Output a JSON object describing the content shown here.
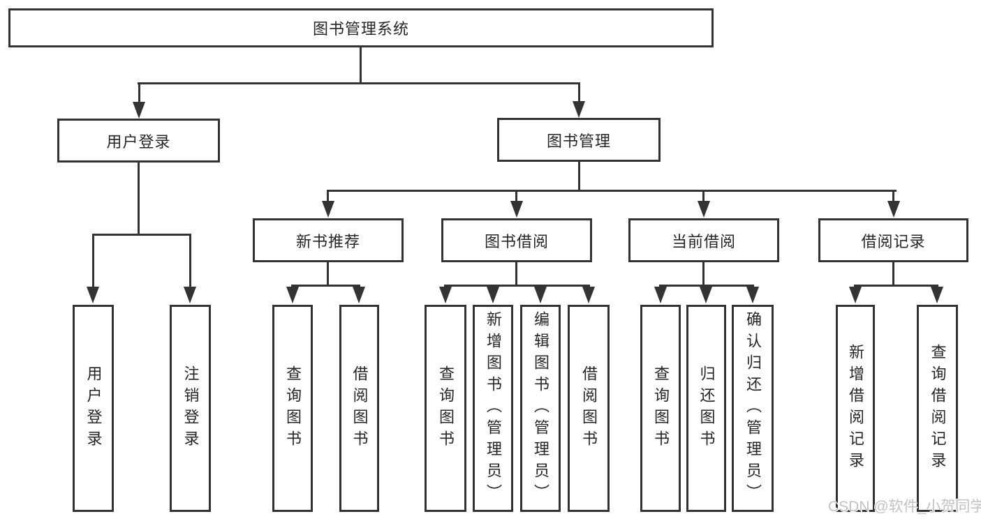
{
  "diagram": {
    "root": {
      "label": "图书管理系统"
    },
    "branches": [
      {
        "label": "用户登录",
        "children": [
          {
            "label": "用户登录"
          },
          {
            "label": "注销登录"
          }
        ]
      },
      {
        "label": "图书管理",
        "children": [
          {
            "label": "新书推荐",
            "children": [
              {
                "label": "查询图书"
              },
              {
                "label": "借阅图书"
              }
            ]
          },
          {
            "label": "图书借阅",
            "children": [
              {
                "label": "查询图书"
              },
              {
                "label": "新增图书（管理员）"
              },
              {
                "label": "编辑图书（管理员）"
              },
              {
                "label": "借阅图书"
              }
            ]
          },
          {
            "label": "当前借阅",
            "children": [
              {
                "label": "查询图书"
              },
              {
                "label": "归还图书"
              },
              {
                "label": "确认归还（管理员）"
              }
            ]
          },
          {
            "label": "借阅记录",
            "children": [
              {
                "label": "新增借阅记录"
              },
              {
                "label": "查询借阅记录"
              }
            ]
          }
        ]
      }
    ]
  },
  "watermark": {
    "text": "CSDN @软件_小贺同学"
  },
  "colors": {
    "line": "#333333",
    "text": "#252525",
    "watermark": "#c2c2c2",
    "background": "#ffffff"
  }
}
